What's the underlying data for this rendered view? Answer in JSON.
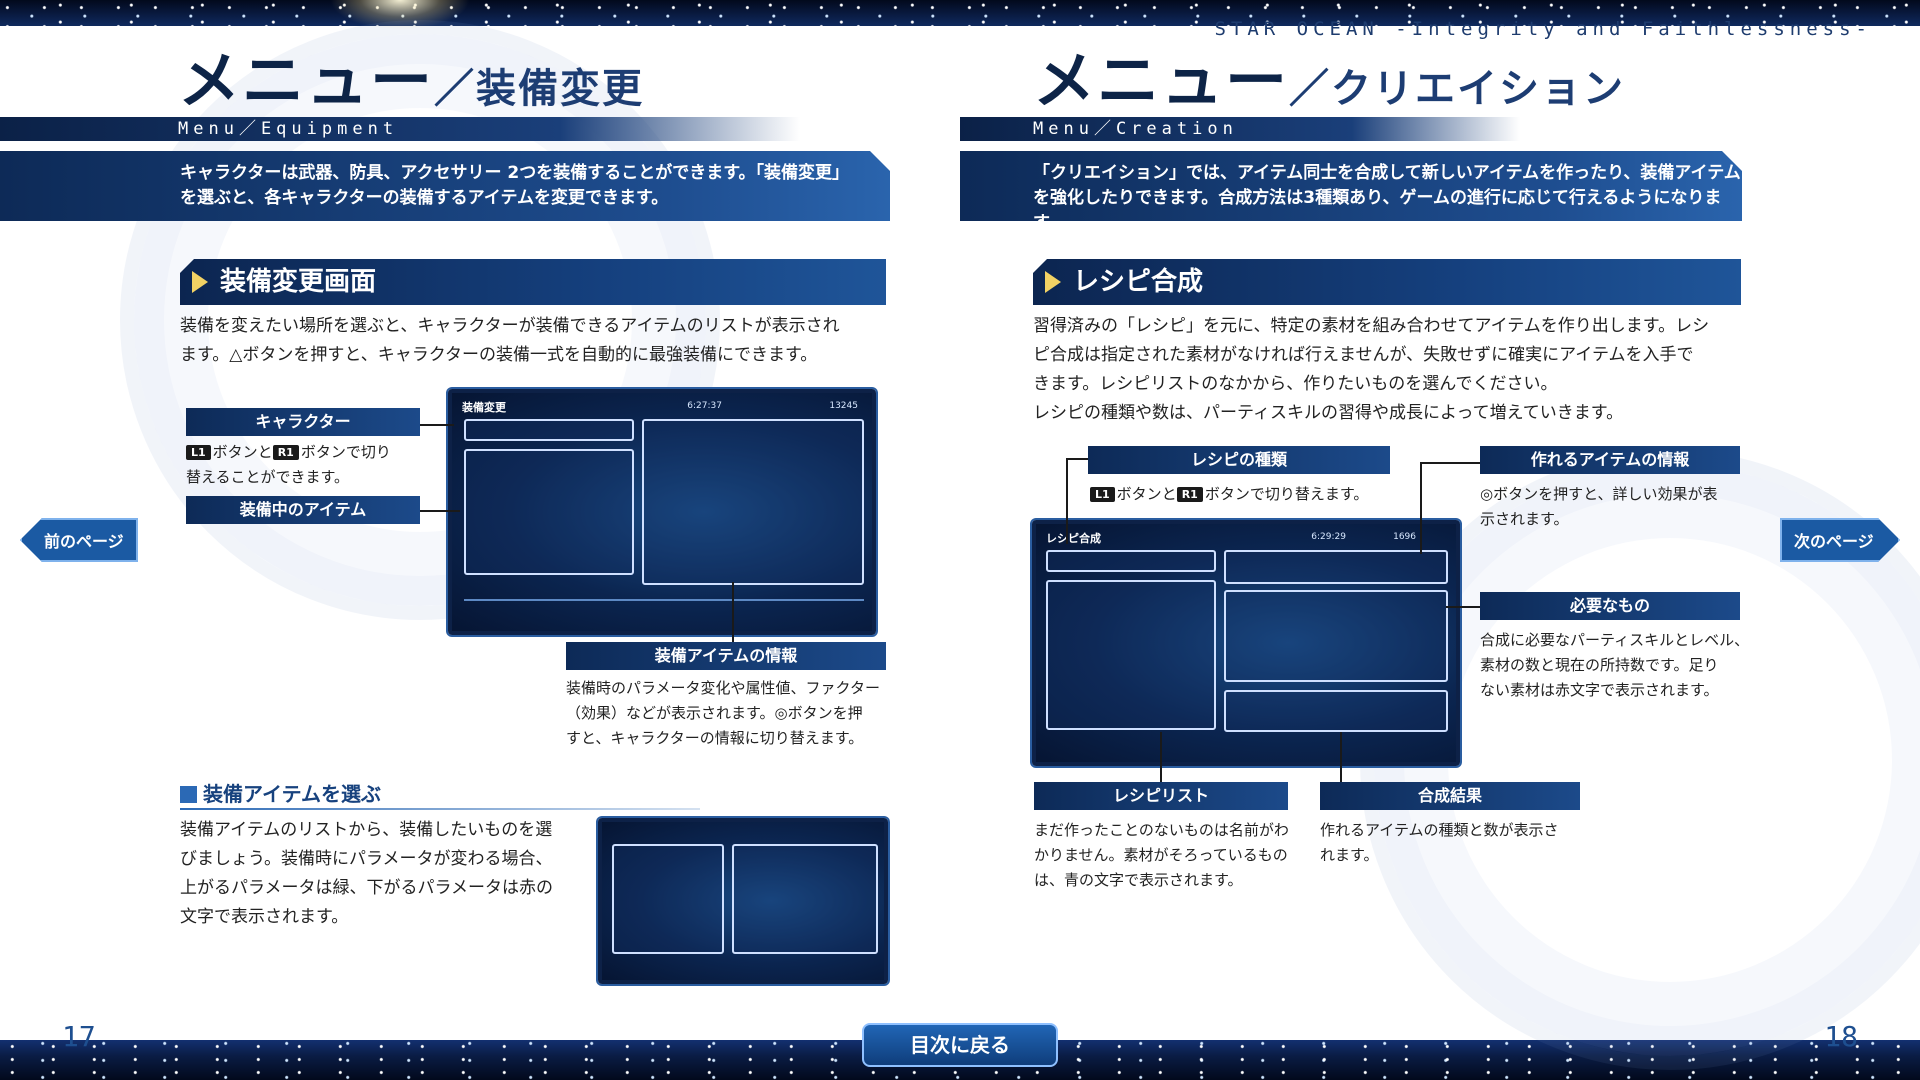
{
  "series_title": "STAR OCEAN -Integrity and Faithlessness-",
  "left": {
    "title_main": "メニュー",
    "title_sub": "／装備変更",
    "en_title": "Menu／Equipment",
    "intro_line1": "キャラクターは武器、防具、アクセサリー 2つを装備することができます。「装備変更」",
    "intro_line2": "を選ぶと、各キャラクターの装備するアイテムを変更できます。",
    "section_title": "装備変更画面",
    "section_text_1": "装備を変えたい場所を選ぶと、キャラクターが装備できるアイテムのリストが表示され",
    "section_text_2": "ます。△ボタンを押すと、キャラクターの装備一式を自動的に最強装備にできます。",
    "label_character": "キャラクター",
    "desc_character_key1": "L1",
    "desc_character_mid": "ボタンと",
    "desc_character_key2": "R1",
    "desc_character_tail": "ボタンで切り",
    "desc_character_line2": "替えることができます。",
    "label_equipped": "装備中のアイテム",
    "label_item_info": "装備アイテムの情報",
    "desc_item_info_1": "装備時のパラメータ変化や属性値、ファクター",
    "desc_item_info_2": "（効果）などが表示されます。◎ボタンを押",
    "desc_item_info_3": "すと、キャラクターの情報に切り替えます。",
    "screen_title": "装備変更",
    "screen_time": "6:27:37",
    "screen_gold": "13245",
    "sub_title": "装備アイテムを選ぶ",
    "sub_text_1": "装備アイテムのリストから、装備したいものを選",
    "sub_text_2": "びましょう。装備時にパラメータが変わる場合、",
    "sub_text_3": "上がるパラメータは緑、下がるパラメータは赤の",
    "sub_text_4": "文字で表示されます。",
    "page_number": "17"
  },
  "right": {
    "title_main": "メニュー",
    "title_sub": "／クリエイション",
    "en_title": "Menu／Creation",
    "intro_line1": "「クリエイション」では、アイテム同士を合成して新しいアイテムを作ったり、装備アイテム",
    "intro_line2": "を強化したりできます。合成方法は3種類あり、ゲームの進行に応じて行えるようになります。",
    "section_title": "レシピ合成",
    "section_text_1": "習得済みの「レシピ」を元に、特定の素材を組み合わせてアイテムを作り出します。レシ",
    "section_text_2": "ピ合成は指定された素材がなければ行えませんが、失敗せずに確実にアイテムを入手で",
    "section_text_3": "きます。レシピリストのなかから、作りたいものを選んでください。",
    "section_text_4": "レシピの種類や数は、パーティスキルの習得や成長によって増えていきます。",
    "label_recipe_type": "レシピの種類",
    "desc_recipe_type_key1": "L1",
    "desc_recipe_type_mid": "ボタンと",
    "desc_recipe_type_key2": "R1",
    "desc_recipe_type_tail": "ボタンで切り替えます。",
    "label_make_info": "作れるアイテムの情報",
    "desc_make_info_1": "◎ボタンを押すと、詳しい効果が表",
    "desc_make_info_2": "示されます。",
    "label_needed": "必要なもの",
    "desc_needed_1": "合成に必要なパーティスキルとレベル、",
    "desc_needed_2": "素材の数と現在の所持数です。足り",
    "desc_needed_3": "ない素材は赤文字で表示されます。",
    "label_recipe_list": "レシピリスト",
    "desc_recipe_list_1": "まだ作ったことのないものは名前がわ",
    "desc_recipe_list_2": "かりません。素材がそろっているもの",
    "desc_recipe_list_3": "は、青の文字で表示されます。",
    "label_result": "合成結果",
    "desc_result_1": "作れるアイテムの種類と数が表示さ",
    "desc_result_2": "れます。",
    "screen_title": "レシピ合成",
    "screen_time": "6:29:29",
    "screen_gold": "1696",
    "page_number": "18"
  },
  "nav": {
    "prev": "前のページ",
    "next": "次のページ",
    "toc": "目次に戻る"
  },
  "colors": {
    "navy": "#0d2a57",
    "accent_blue": "#1b5aa3",
    "gold_marker": "#f2d264"
  }
}
